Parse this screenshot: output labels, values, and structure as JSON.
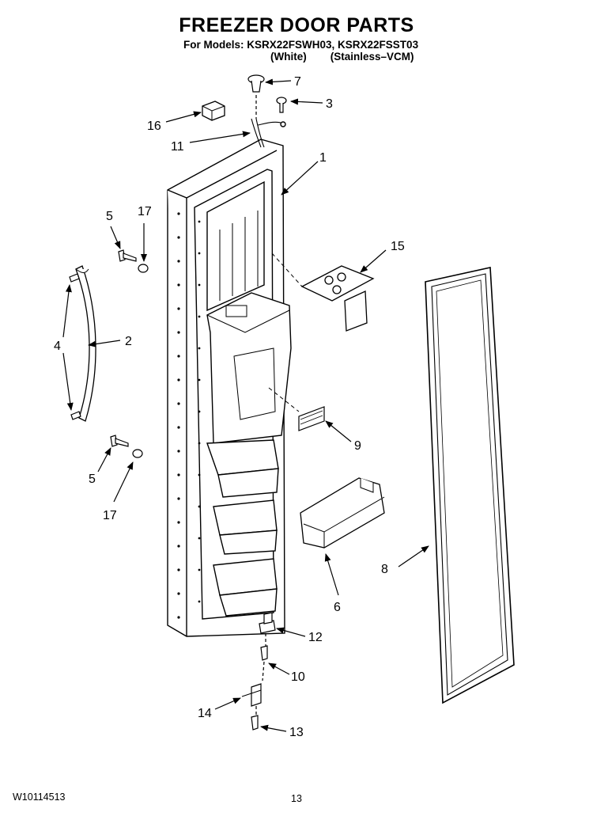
{
  "title": "FREEZER DOOR PARTS",
  "models_line": "For Models: KSRX22FSWH03, KSRX22FSST03",
  "variants": {
    "white": "(White)",
    "stainless": "(Stainless–VCM)"
  },
  "footer": {
    "doc_number": "W10114513",
    "page_number": "13"
  },
  "callouts": {
    "c1": "1",
    "c2": "2",
    "c3": "3",
    "c4": "4",
    "c5a": "5",
    "c5b": "5",
    "c6": "6",
    "c7": "7",
    "c8": "8",
    "c9": "9",
    "c10": "10",
    "c11": "11",
    "c12": "12",
    "c13": "13",
    "c14": "14",
    "c15": "15",
    "c16": "16",
    "c17a": "17",
    "c17b": "17"
  }
}
